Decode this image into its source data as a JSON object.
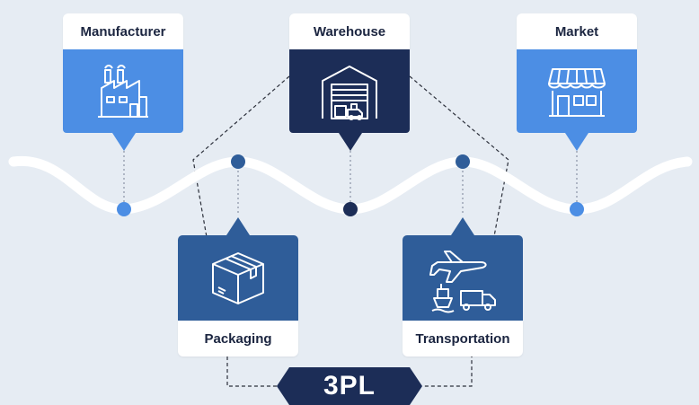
{
  "colors": {
    "background": "#e6ecf3",
    "light_blue": "#4c8ee4",
    "navy": "#1c2d57",
    "mid_blue": "#2f5d99",
    "dot_light": "#4c8ee4",
    "dot_dark": "#1c2d57",
    "dot_mid": "#2f5d99"
  },
  "nodes": {
    "manufacturer": {
      "label": "Manufacturer",
      "icon": "factory-icon"
    },
    "warehouse": {
      "label": "Warehouse",
      "icon": "warehouse-icon"
    },
    "market": {
      "label": "Market",
      "icon": "store-icon"
    },
    "packaging": {
      "label": "Packaging",
      "icon": "package-box-icon"
    },
    "transportation": {
      "label": "Transportation",
      "icon": "airplane-ship-truck-icon"
    }
  },
  "hub": {
    "label": "3PL"
  }
}
